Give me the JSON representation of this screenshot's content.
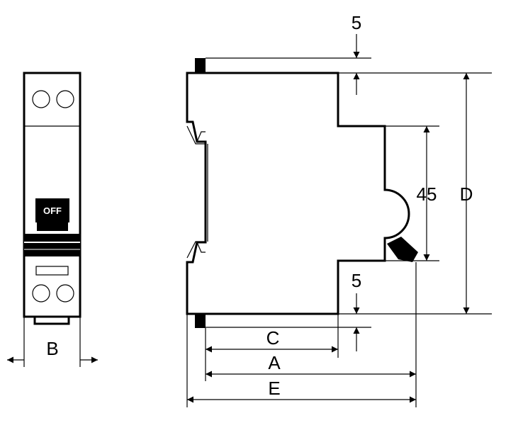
{
  "front_view": {
    "switch_label": "OFF",
    "width_label": "B"
  },
  "side_view": {
    "dimensions": {
      "top_offset": "5",
      "bottom_offset": "5",
      "front_height": "45",
      "overall_height": "D",
      "c": "C",
      "a": "A",
      "e": "E"
    }
  }
}
